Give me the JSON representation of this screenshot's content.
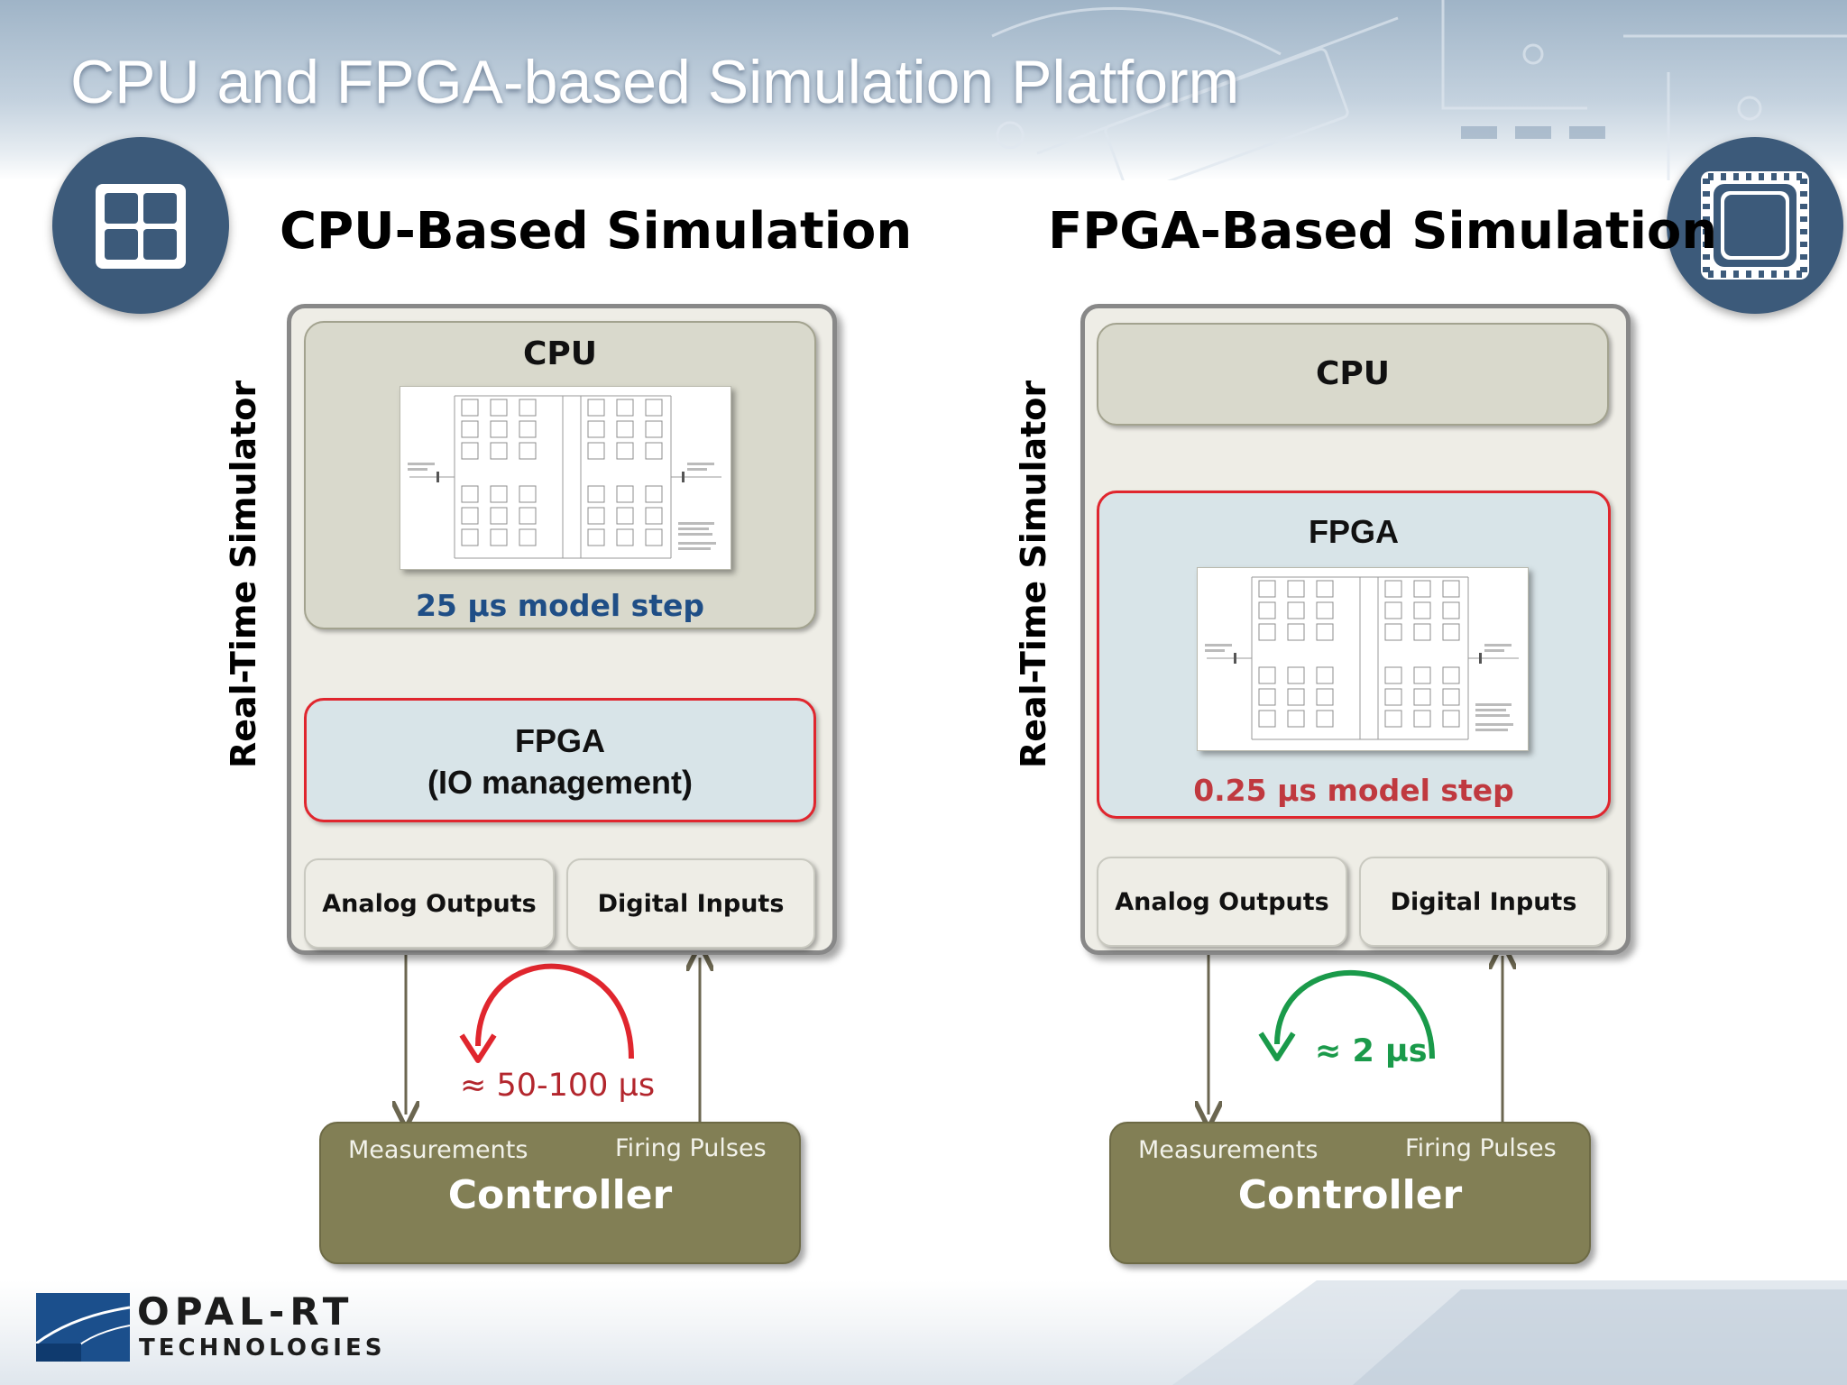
{
  "slide": {
    "title": "CPU and FPGA-based Simulation Platform"
  },
  "left": {
    "heading": "CPU-Based Simulation",
    "side_label": "Real-Time Simulator",
    "cpu_label": "CPU",
    "cpu_step": "25 µs model step",
    "fpga_line1": "FPGA",
    "fpga_line2": "(IO management)",
    "analog_outputs": "Analog Outputs",
    "digital_inputs": "Digital Inputs",
    "latency": "≈ 50-100 µs",
    "controller": {
      "measurements": "Measurements",
      "firing_pulses": "Firing Pulses",
      "label": "Controller"
    }
  },
  "right": {
    "heading": "FPGA-Based Simulation",
    "side_label": "Real-Time Simulator",
    "cpu_label": "CPU",
    "fpga_label": "FPGA",
    "fpga_step": "0.25 µs model step",
    "analog_outputs": "Analog Outputs",
    "digital_inputs": "Digital Inputs",
    "latency": "≈ 2 µs",
    "controller": {
      "measurements": "Measurements",
      "firing_pulses": "Firing Pulses",
      "label": "Controller"
    }
  },
  "logo": {
    "line1": "OPAL-RT",
    "line2": "TECHNOLOGIES"
  },
  "icons": {
    "left_badge": "window-grid-icon",
    "right_badge": "chip-icon"
  },
  "colors": {
    "cpu_step": "#1f4e86",
    "fpga_step": "#c0393f",
    "latency_slow": "#e0262e",
    "latency_fast": "#1a9a4a",
    "controller": "#827f55",
    "badge": "#3c5a7a"
  }
}
